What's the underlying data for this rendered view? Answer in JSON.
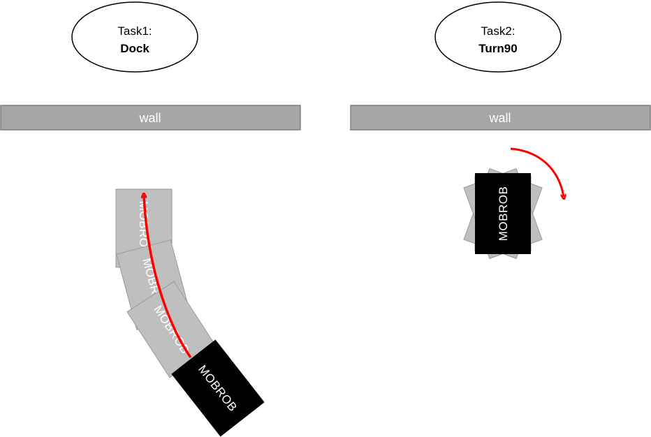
{
  "task1": {
    "line1": "Task1:",
    "line2": "Dock"
  },
  "task2": {
    "line1": "Task2:",
    "line2": "Turn90"
  },
  "wall1": {
    "label": "wall"
  },
  "wall2": {
    "label": "wall"
  },
  "robot": {
    "label": "MOBROB"
  },
  "colors": {
    "wall": "#a6a6a6",
    "ghost_robot": "#bfbfbf",
    "robot": "#000000",
    "arrow": "#ff0000"
  }
}
